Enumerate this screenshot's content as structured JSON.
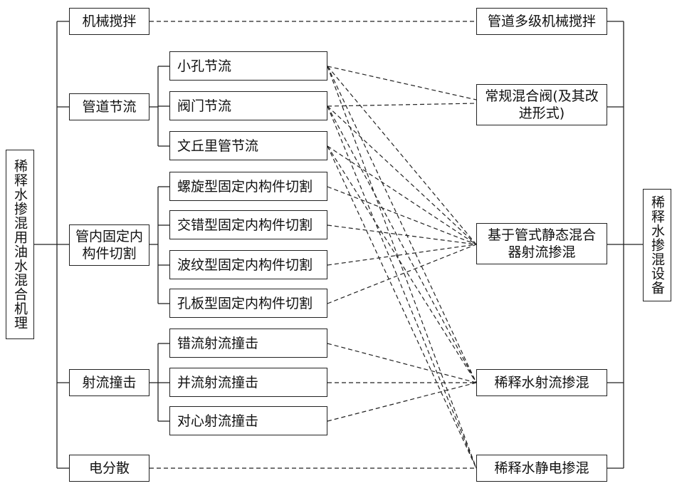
{
  "root": "稀释水掺混用油水混合机理",
  "equipment_root": "稀释水掺混设备",
  "mechanisms": {
    "mechanical": "机械搅拌",
    "pipe_throttle": "管道节流",
    "internal_cut": "管内固定内构件切割",
    "jet_impact": "射流撞击",
    "electric": "电分散"
  },
  "sub_mechanisms": {
    "orifice": "小孔节流",
    "valve": "阀门节流",
    "venturi": "文丘里管节流",
    "spiral": "螺旋型固定内构件切割",
    "staggered": "交错型固定内构件切割",
    "corrugated": "波纹型固定内构件切割",
    "perforated": "孔板型固定内构件切割",
    "stagger_jet": "错流射流撞击",
    "parallel_jet": "并流射流撞击",
    "opposed_jet": "对心射流撞击"
  },
  "equipment": {
    "multistage": "管道多级机械搅拌",
    "mixing_valve": "常规混合阀(及其改进形式)",
    "static_mixer": "基于管式静态混合器射流掺混",
    "jet_mixer": "稀释水射流掺混",
    "electrostatic": "稀释水静电掺混"
  }
}
